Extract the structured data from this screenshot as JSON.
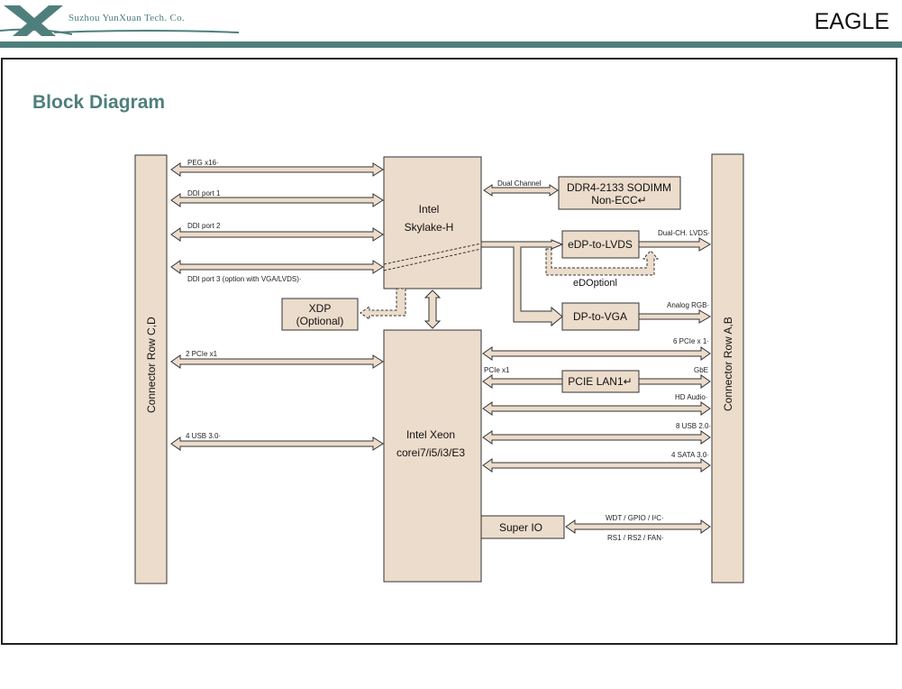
{
  "header": {
    "company": "Suzhou YunXuan Tech. Co.",
    "brand": "EAGLE"
  },
  "page": {
    "title": "Block Diagram"
  },
  "blocks": {
    "connector_left": "Connector Row C,D",
    "connector_right": "Connector Row A,B",
    "cpu_top_line1": "Intel",
    "cpu_top_line2": "Skylake-H",
    "cpu_main_line1": "Intel Xeon",
    "cpu_main_line2": "corei7/i5/i3/E3",
    "ddr_line1": "DDR4-2133 SODIMM",
    "ddr_line2": "Non-ECC↵",
    "edp": "eDP-to-LVDS",
    "dpvga": "DP-to-VGA",
    "xdp_line1": "XDP",
    "xdp_line2": "(Optional)",
    "lan": "PCIE LAN1↵",
    "superio": "Super IO",
    "edp_option": "eDOptionl"
  },
  "links": {
    "peg": "PEG x16·",
    "ddi1": "DDI port 1",
    "ddi2": "DDI port 2",
    "ddi3": "DDI port 3 (option with VGA/LVDS)·",
    "pcie2": "2 PCIe x1",
    "usb3": "4 USB 3.0·",
    "dual_channel": "Dual Channel",
    "dual_lvds": "Dual-CH. LVDS·",
    "analog_rgb": "Analog RGB·",
    "pcie6": "6 PCIe x 1·",
    "pcie_x1": "PCIe x1",
    "gbe": "GbE",
    "hd_audio": "HD Audio·",
    "usb2": "8 USB 2.0·",
    "sata": "4 SATA 3.0·",
    "wdt": "WDT / GPIO / I²C·",
    "rs": "RS1 / RS2 / FAN·"
  },
  "colors": {
    "accent": "#4f7f7c",
    "block_fill": "#ecdccb"
  }
}
